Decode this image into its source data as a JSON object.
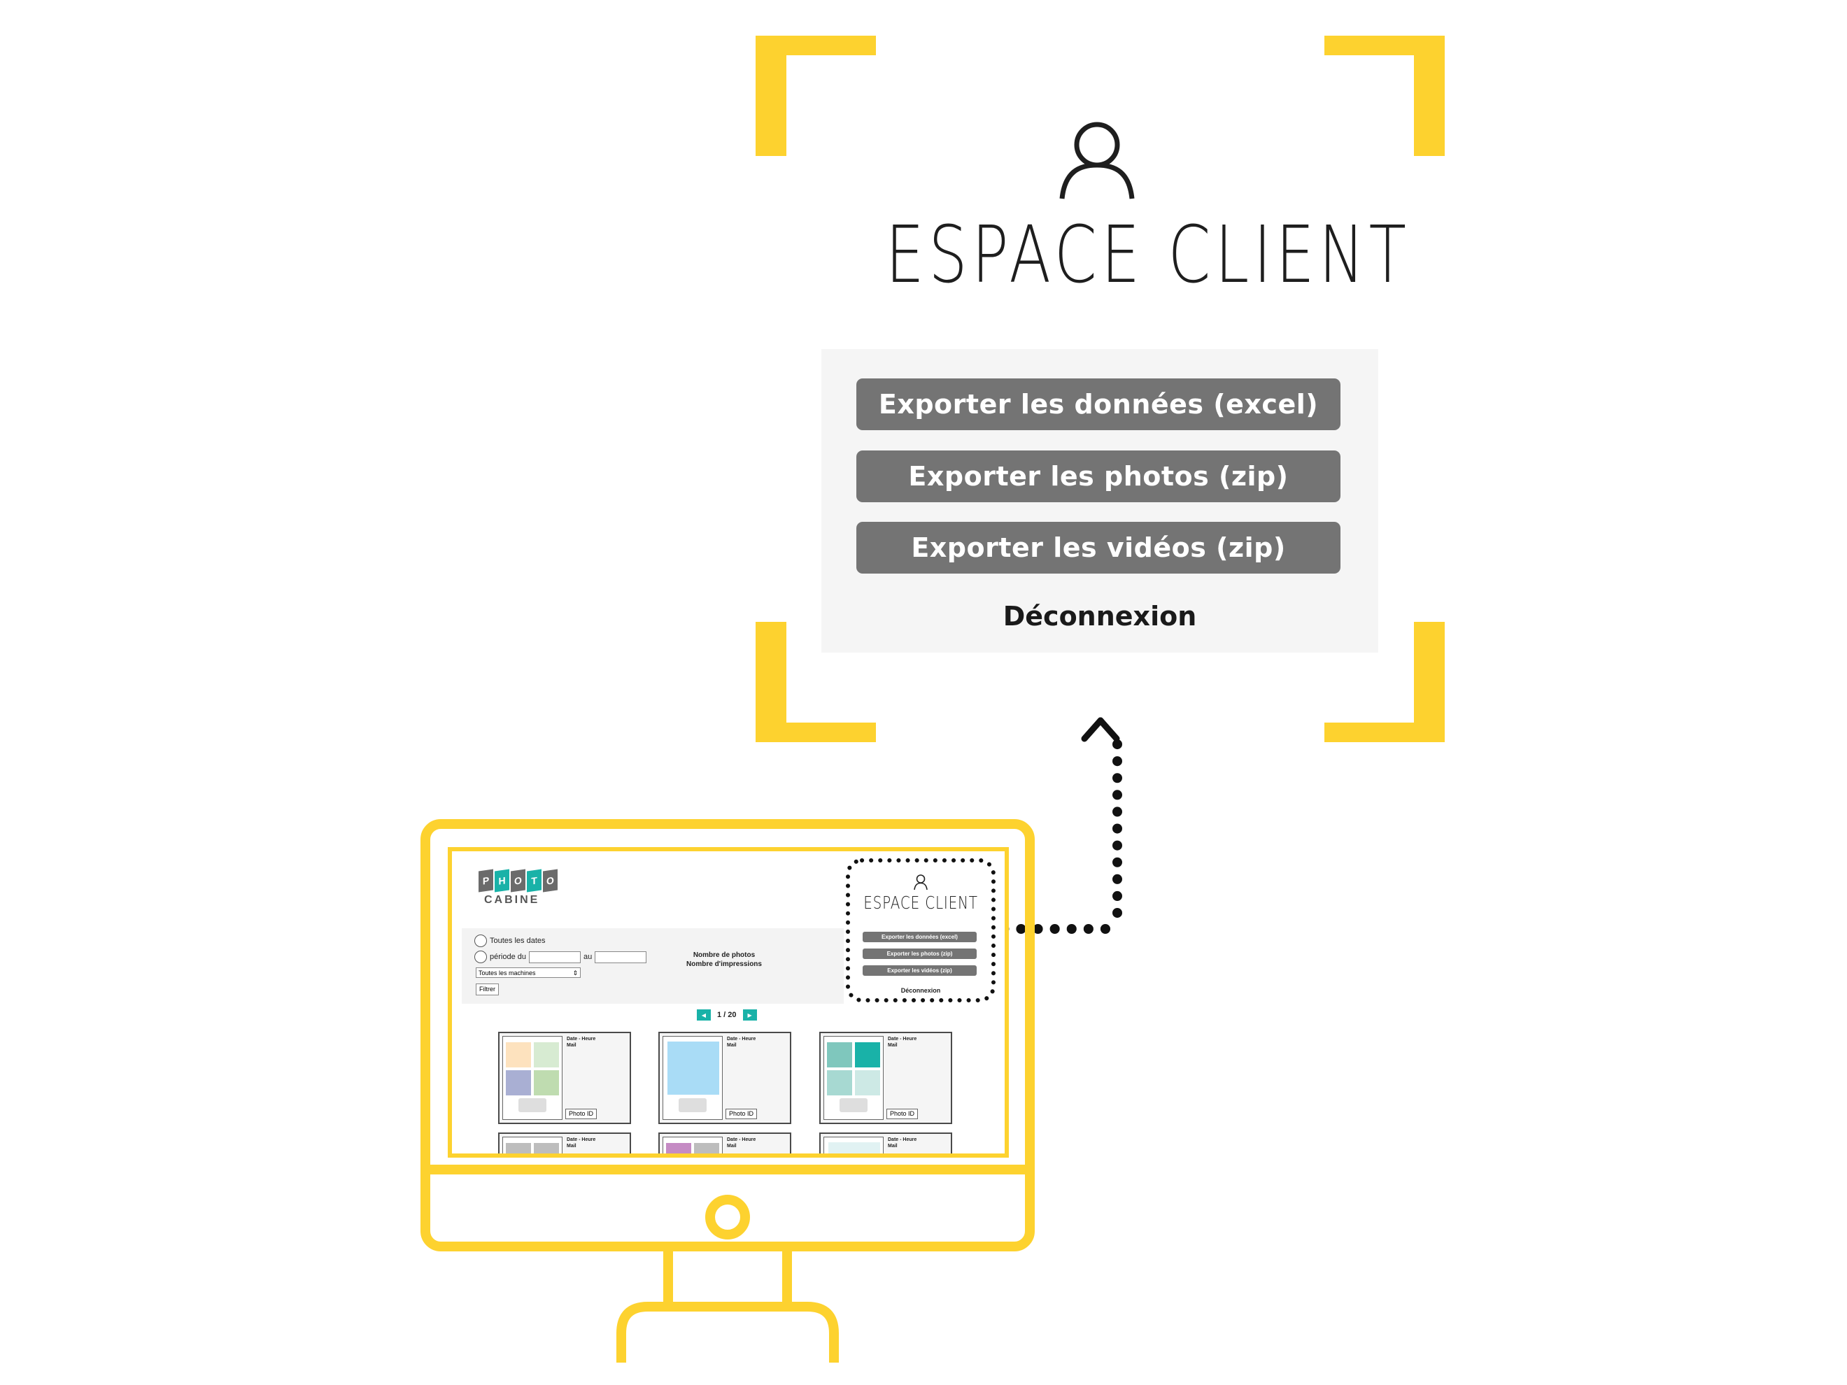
{
  "zoom": {
    "title": "ESPACE CLIENT",
    "user_icon": "user-icon",
    "buttons": [
      {
        "label": "Exporter les données (excel)"
      },
      {
        "label": "Exporter les photos (zip)"
      },
      {
        "label": "Exporter les vidéos (zip)"
      }
    ],
    "logout_label": "Déconnexion"
  },
  "screen": {
    "logo": {
      "letters": [
        "P",
        "H",
        "O",
        "T",
        "O"
      ],
      "tile_colors": [
        "#6b6b6b",
        "#19B2A8",
        "#6b6b6b",
        "#19B2A8",
        "#6b6b6b"
      ],
      "subtitle": "CABINE"
    },
    "filter": {
      "all_dates_label": "Toutes les dates",
      "period_label": "période du",
      "to_label": "au",
      "machine_select_value": "Toutes les machines",
      "filter_button": "Filtrer"
    },
    "stats": {
      "photos_label": "Nombre de photos",
      "prints_label": "Nombre d'impressions"
    },
    "pager": {
      "prev_icon": "triangle-left-icon",
      "next_icon": "triangle-right-icon",
      "text": "1 / 20"
    },
    "cards": [
      {
        "meta_line1": "Date - Heure",
        "meta_line2": "Mail",
        "photo_id": "Photo ID"
      },
      {
        "meta_line1": "Date - Heure",
        "meta_line2": "Mail",
        "photo_id": "Photo ID"
      },
      {
        "meta_line1": "Date - Heure",
        "meta_line2": "Mail",
        "photo_id": "Photo ID"
      },
      {
        "meta_line1": "Date - Heure",
        "meta_line2": "Mail"
      },
      {
        "meta_line1": "Date - Heure",
        "meta_line2": "Mail"
      },
      {
        "meta_line1": "Date - Heure",
        "meta_line2": "Mail"
      }
    ],
    "espace_client": {
      "title": "ESPACE CLIENT",
      "buttons": [
        {
          "label": "Exporter les données (excel)"
        },
        {
          "label": "Exporter les photos (zip)"
        },
        {
          "label": "Exporter les vidéos (zip)"
        }
      ],
      "logout_label": "Déconnexion"
    }
  },
  "colors": {
    "accent_yellow": "#FDD22F",
    "teal": "#19B2A8",
    "button_grey": "#747474",
    "panel_grey": "#F5F5F5"
  }
}
